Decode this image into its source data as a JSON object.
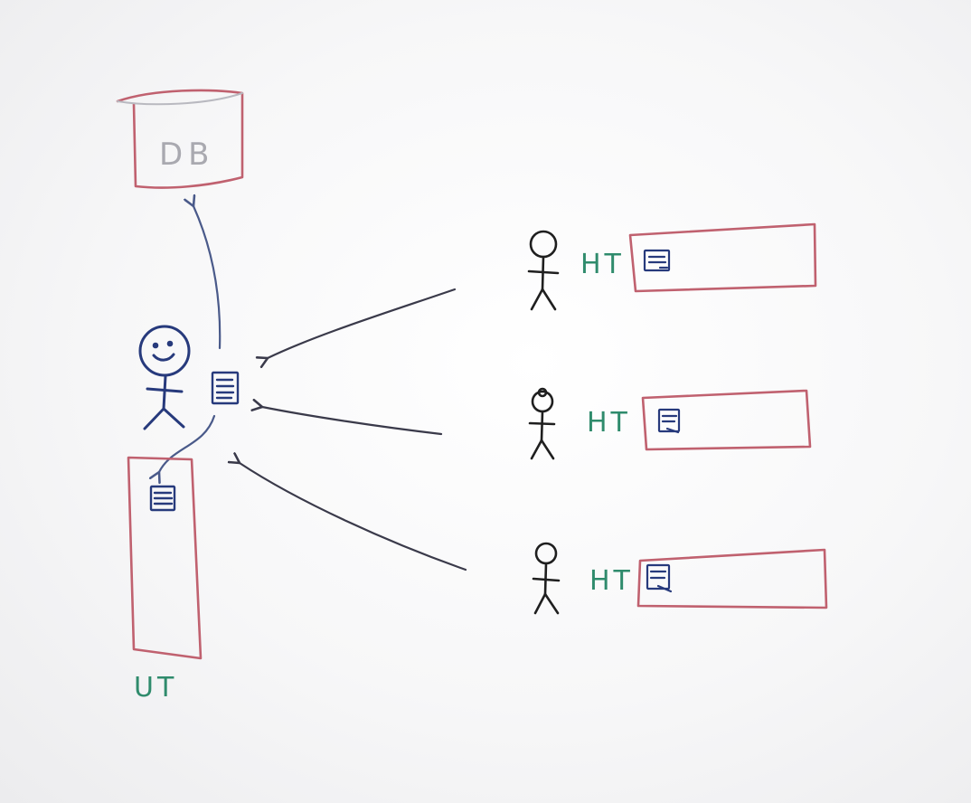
{
  "colors": {
    "red": "#c0616f",
    "blue": "#273a7c",
    "black": "#1f1f1f",
    "green": "#2f8b6c",
    "gray": "#a9a9b0",
    "arrow": "#3a3a4a"
  },
  "database": {
    "label": "DB"
  },
  "left_table": {
    "label": "UT"
  },
  "hosts": [
    {
      "label": "HT"
    },
    {
      "label": "HT"
    },
    {
      "label": "HT"
    }
  ]
}
